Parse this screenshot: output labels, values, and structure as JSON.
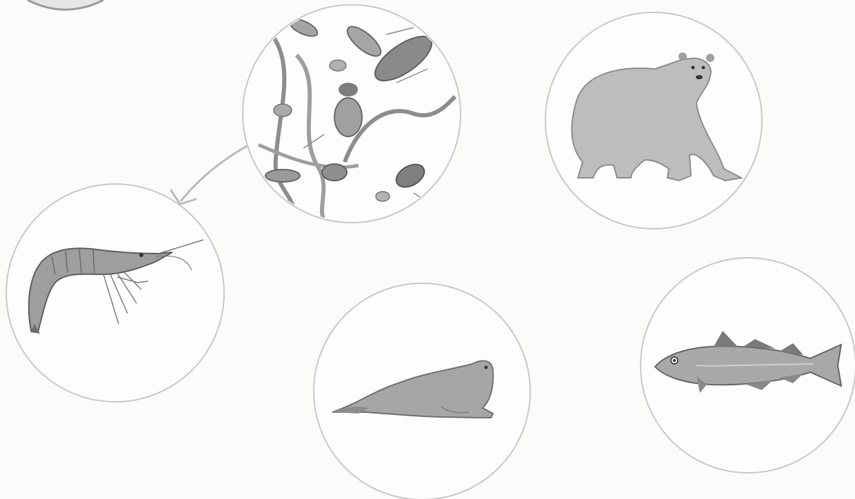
{
  "diagram": {
    "kind": "food-web-worksheet",
    "nodes": [
      {
        "id": "plankton",
        "icon": "plankton-icon"
      },
      {
        "id": "polar-bear",
        "icon": "polar-bear-icon"
      },
      {
        "id": "shrimp",
        "icon": "shrimp-icon"
      },
      {
        "id": "seal",
        "icon": "seal-icon"
      },
      {
        "id": "cod",
        "icon": "cod-fish-icon"
      }
    ],
    "arrows": [
      {
        "from": "plankton",
        "to": "shrimp"
      }
    ],
    "colors": {
      "background": "#fbfbfa",
      "circle_stroke": "#c8c8c8",
      "arrow": "#b9b9b9",
      "animal_fill": "#a9a9a9",
      "animal_dark": "#6e6e6e"
    }
  }
}
